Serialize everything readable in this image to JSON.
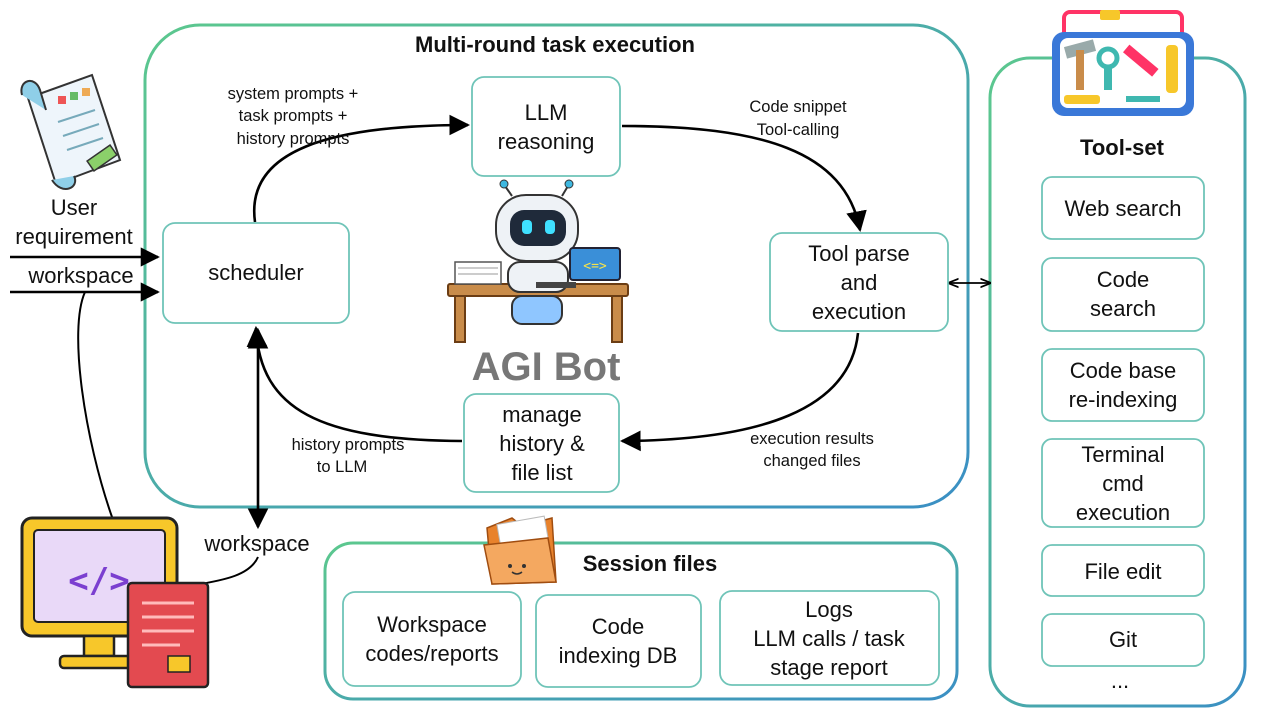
{
  "main_panel": {
    "title": "Multi-round task execution"
  },
  "nodes": {
    "llm": [
      "LLM",
      "reasoning"
    ],
    "scheduler": [
      "scheduler"
    ],
    "tool_parse": [
      "Tool parse",
      "and",
      "execution"
    ],
    "manage": [
      "manage",
      "history &",
      "file list"
    ]
  },
  "edge_labels": {
    "to_llm": [
      "system prompts +",
      "task prompts +",
      "history prompts"
    ],
    "to_tool": [
      "Code snippet",
      "Tool-calling"
    ],
    "to_manage": [
      "execution results",
      "changed files"
    ],
    "to_scheduler": [
      "history prompts",
      "to LLM"
    ]
  },
  "inputs": {
    "user_requirement": [
      "User",
      "requirement"
    ],
    "workspace_left": "workspace",
    "workspace_bottom": "workspace"
  },
  "robot": {
    "caption": "AGI Bot"
  },
  "toolset": {
    "title": "Tool-set",
    "items": [
      [
        "Web search"
      ],
      [
        "Code",
        "search"
      ],
      [
        "Code base",
        "re-indexing"
      ],
      [
        "Terminal",
        "cmd",
        "execution"
      ],
      [
        "File edit"
      ],
      [
        "Git"
      ]
    ],
    "more": "..."
  },
  "session": {
    "title": "Session files",
    "items": [
      [
        "Workspace",
        "codes/reports"
      ],
      [
        "Code",
        "indexing DB"
      ],
      [
        "Logs",
        "LLM calls / task",
        "stage report"
      ]
    ]
  },
  "colors": {
    "border_start": "#5cc88e",
    "border_end": "#3a8fc4",
    "box_border": "#6fc4b8",
    "arrow": "#000000"
  }
}
